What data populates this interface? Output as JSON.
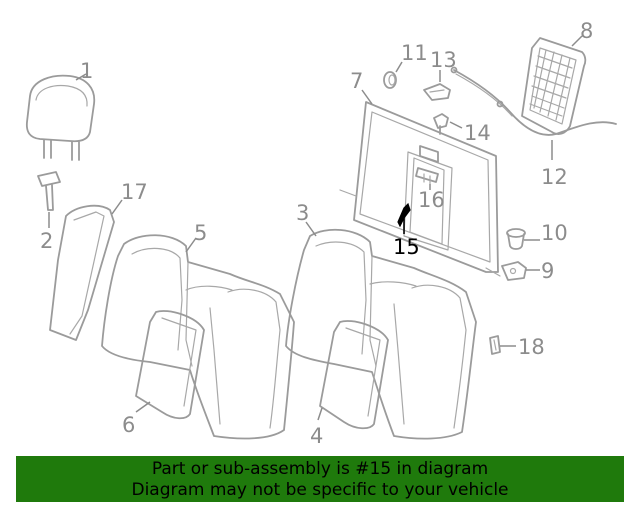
{
  "callouts": {
    "c1": "1",
    "c2": "2",
    "c3": "3",
    "c4": "4",
    "c5": "5",
    "c6": "6",
    "c7": "7",
    "c8": "8",
    "c9": "9",
    "c10": "10",
    "c11": "11",
    "c12": "12",
    "c13": "13",
    "c14": "14",
    "c15": "15",
    "c16": "16",
    "c17": "17",
    "c18": "18"
  },
  "highlighted_part": "15",
  "footer": {
    "line1": "Part or sub-assembly is #15 in diagram",
    "line2": "Diagram may not be specific to your vehicle"
  },
  "colors": {
    "footer_bg": "#1f7a0c",
    "line": "#9b9b9b",
    "highlight": "#000000"
  }
}
